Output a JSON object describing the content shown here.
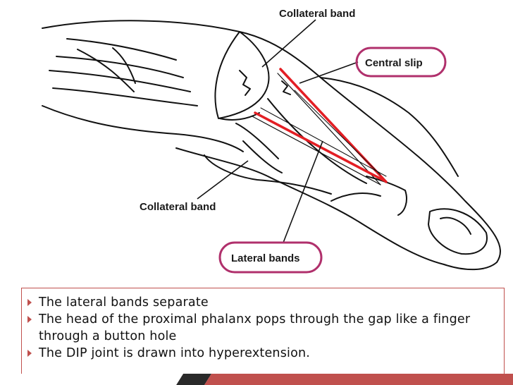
{
  "diagram": {
    "labels": {
      "collateral_band_top": "Collateral band",
      "central_slip": "Central slip",
      "collateral_band_bottom": "Collateral band",
      "lateral_bands": "Lateral bands"
    },
    "highlight_color": "#b0306c",
    "tendon_color": "#e31e24"
  },
  "bullets": [
    "The lateral bands separate",
    "The head of the proximal phalanx pops through the gap like a finger through a button hole",
    "The DIP joint is drawn into hyperextension."
  ],
  "colors": {
    "accent": "#c0504d"
  }
}
